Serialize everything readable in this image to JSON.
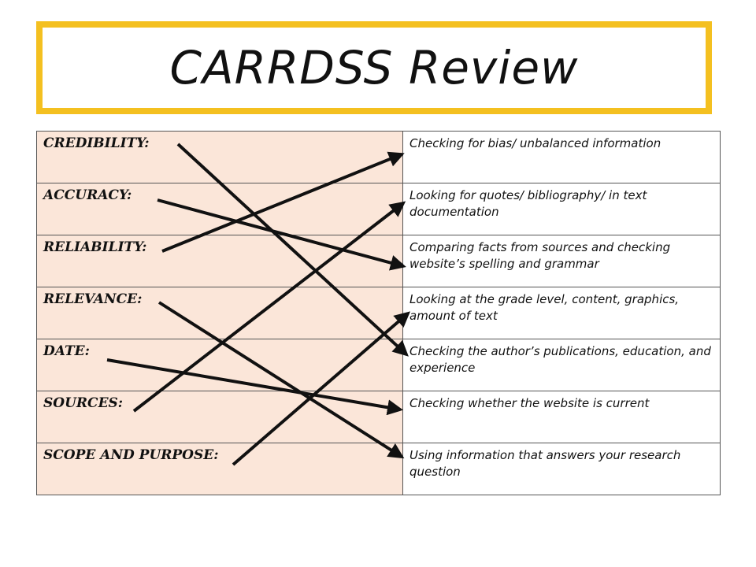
{
  "title": "CARRDSS Review",
  "rows": [
    {
      "term": "CREDIBILITY:",
      "description": "Checking for bias/ unbalanced information"
    },
    {
      "term": "ACCURACY:",
      "description": "Looking for quotes/ bibliography/ in text documentation"
    },
    {
      "term": "RELIABILITY:",
      "description": "Comparing facts from sources and checking website’s spelling and grammar"
    },
    {
      "term": "RELEVANCE:",
      "description": "Looking at the grade level, content, graphics, amount of text"
    },
    {
      "term": "DATE:",
      "description": "Checking the author’s publications, education, and experience"
    },
    {
      "term": "SOURCES:",
      "description": "Checking whether the website is current"
    },
    {
      "term": "SCOPE AND PURPOSE:",
      "description": "Using information that answers your research question"
    }
  ],
  "colors": {
    "title_border": "#f4c020",
    "term_background": "#fbe6d9",
    "arrow": "#111111"
  }
}
